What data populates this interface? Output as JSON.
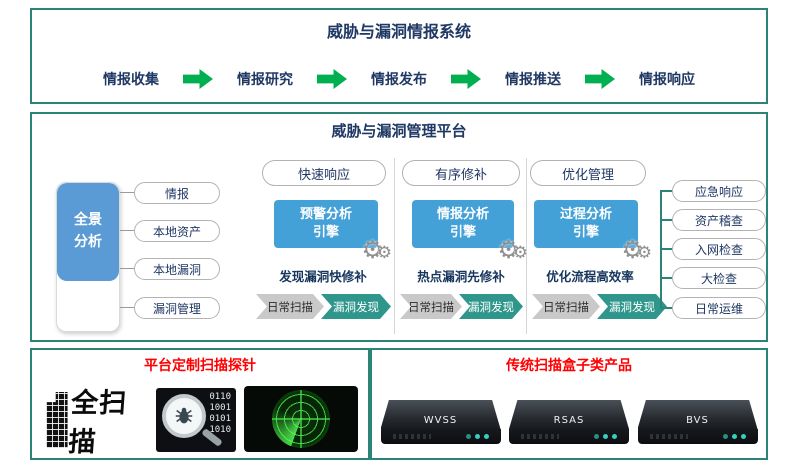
{
  "intel_system": {
    "title": "威胁与漏洞情报系统",
    "steps": [
      "情报收集",
      "情报研究",
      "情报发布",
      "情报推送",
      "情报响应"
    ]
  },
  "platform": {
    "title": "威胁与漏洞管理平台",
    "panorama_label": "全景\n分析",
    "left_items": [
      "情报",
      "本地资产",
      "本地漏洞",
      "漏洞管理"
    ],
    "columns": [
      {
        "header": "快速响应",
        "engine": "预警分析\n引擎",
        "desc": "发现漏洞快修补",
        "flow_a": "日常扫描",
        "flow_b": "漏洞发现"
      },
      {
        "header": "有序修补",
        "engine": "情报分析\n引擎",
        "desc": "热点漏洞先修补",
        "flow_a": "日常扫描",
        "flow_b": "漏洞发现"
      },
      {
        "header": "优化管理",
        "engine": "过程分析\n引擎",
        "desc": "优化流程高效率",
        "flow_a": "日常扫描",
        "flow_b": "漏洞发现"
      }
    ],
    "right_items": [
      "应急响应",
      "资产稽查",
      "入网检查",
      "大检查",
      "日常运维"
    ]
  },
  "probes": {
    "title": "平台定制扫描探针",
    "logo_text": "全扫描",
    "binary_text": "0110\n1001\n0101\n1010"
  },
  "boxes": {
    "title": "传统扫描盒子类产品",
    "products": [
      "WVSS",
      "RSAS",
      "BVS"
    ]
  },
  "icons": {
    "gear": "⚙"
  },
  "colors": {
    "border_teal": "#2b8476",
    "navy": "#1f3864",
    "green_arrow": "#00b050",
    "engine_blue": "#44a1d8",
    "panorama_blue": "#5b9bd5",
    "chevron_gray": "#c9c9c9",
    "chevron_teal": "#2f968c",
    "title_red": "#ff0000"
  }
}
